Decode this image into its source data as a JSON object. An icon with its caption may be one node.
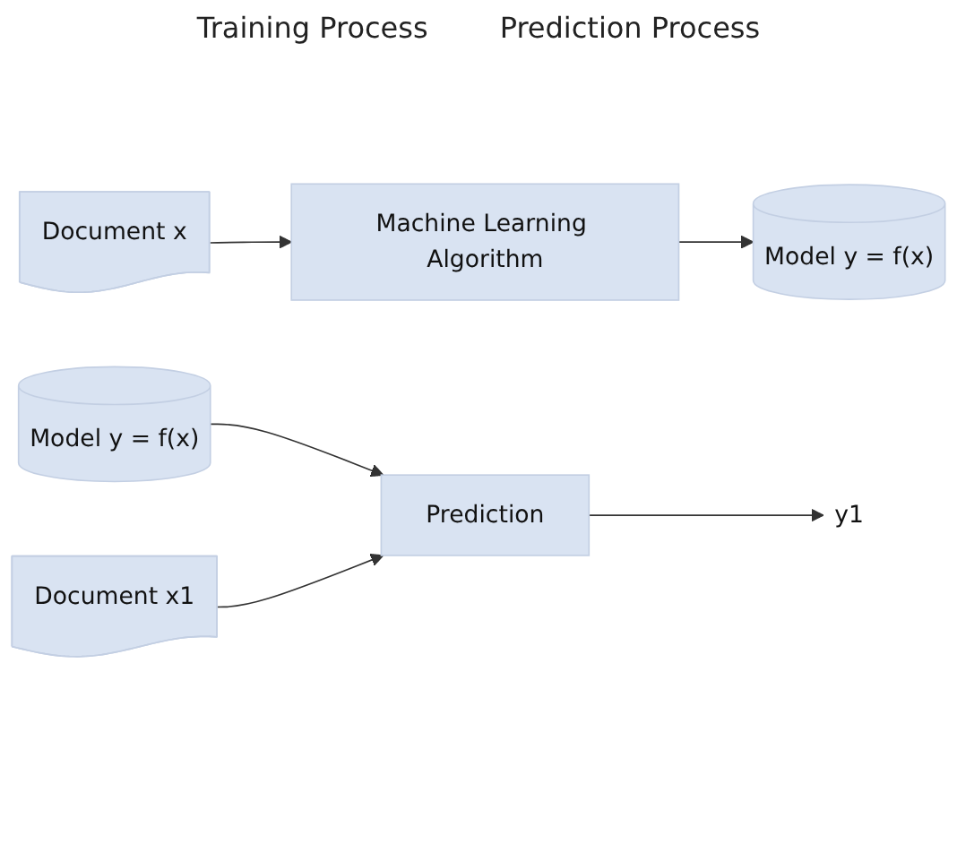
{
  "diagram": {
    "nodes": [
      {
        "text": [
          "Document x"
        ]
      },
      {
        "text": [
          "Machine Learning Algorithm"
        ]
      },
      {
        "text": [
          "Model y = f(x)"
        ]
      },
      {
        "text": [
          "Model y = f(x)"
        ]
      },
      {
        "text": [
          "Prediction"
        ]
      },
      {
        "text": [
          "Document x1"
        ]
      },
      {
        "text": [
          "y1"
        ]
      }
    ],
    "edges": [
      {
        "from": 0,
        "to": 1,
        "arrow": "to"
      },
      {
        "from": 1,
        "to": 2,
        "arrow": "to"
      },
      {
        "from": 3,
        "to": 4,
        "arrow": "to"
      },
      {
        "from": 5,
        "to": 4,
        "arrow": "to"
      },
      {
        "from": 4,
        "to": 6,
        "arrow": "to"
      }
    ],
    "labels": [
      "Training Process",
      "Prediction Process"
    ]
  }
}
